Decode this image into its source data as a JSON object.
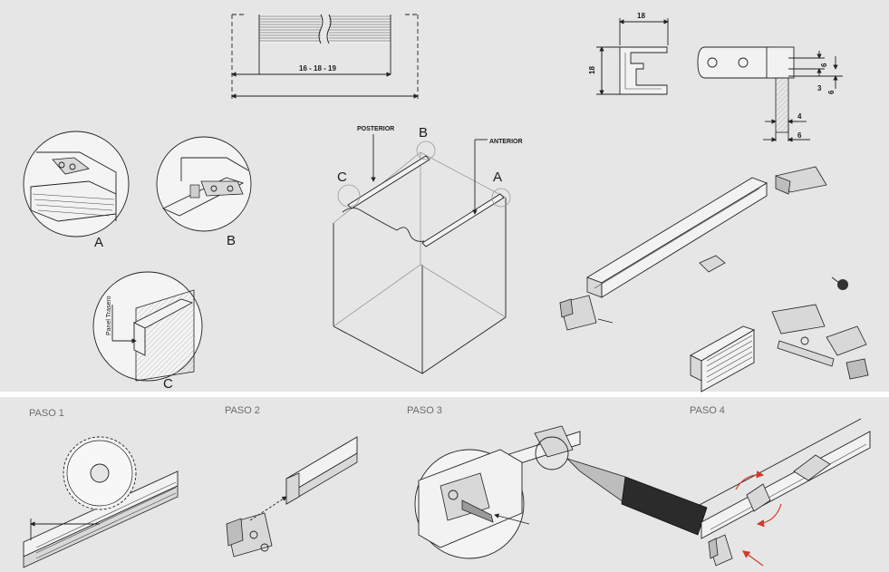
{
  "top": {
    "dimension_label": "16 - 18 - 19",
    "profile_width": "18",
    "profile_height": "18",
    "dim_6_top": "6",
    "dim_3": "3",
    "dim_4": "4",
    "dim_6_bottom": "6",
    "label_posterior": "POSTERIOR",
    "label_anterior": "ANTERIOR",
    "label_a_box": "A",
    "label_b_box": "B",
    "label_c_box": "C",
    "detail_a": "A",
    "detail_b": "B",
    "detail_c": "C",
    "panel_text": "Panel Trasero"
  },
  "steps": [
    {
      "label": "PASO 1"
    },
    {
      "label": "PASO 2"
    },
    {
      "label": "PASO 3"
    },
    {
      "label": "PASO 4"
    }
  ],
  "colors": {
    "background": "#e6e6e6",
    "divider": "#ffffff",
    "arrow_red": "#d23a2a"
  }
}
